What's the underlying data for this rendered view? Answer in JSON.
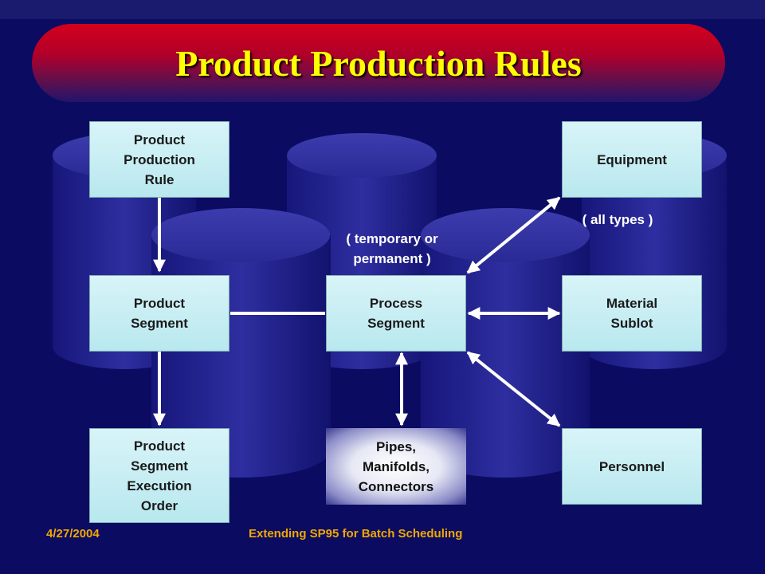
{
  "slide": {
    "title": "Product Production Rules",
    "footer_date": "4/27/2004",
    "footer_text": "Extending SP95 for Batch Scheduling"
  },
  "boxes": {
    "product_production_rule": "Product\nProduction\nRule",
    "equipment": "Equipment",
    "product_segment": "Product\nSegment",
    "process_segment": "Process\nSegment",
    "material_sublot": "Material\nSublot",
    "product_segment_execution_order": "Product\nSegment\nExecution\nOrder",
    "pipes_manifolds_connectors": "Pipes,\nManifolds,\nConnectors",
    "personnel": "Personnel"
  },
  "notes": {
    "temporary_or_permanent": "( temporary or\npermanent )",
    "all_types": "( all types )"
  },
  "colors": {
    "background": "#0b0b62",
    "title_text": "#ffff00",
    "banner_top": "#d4001c",
    "footer_text": "#f0a800",
    "box_fill": "#c8eef2",
    "arrow": "#ffffff"
  }
}
